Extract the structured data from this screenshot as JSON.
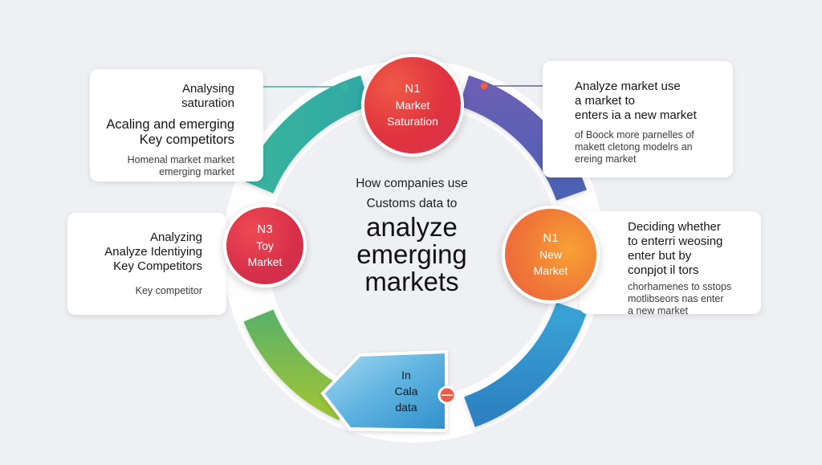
{
  "center": {
    "line1": "How companies use",
    "line2": "Customs data to",
    "line3": "analyze",
    "line4": "emerging",
    "line5": "markets"
  },
  "nodes": {
    "top": {
      "num": "N1",
      "line1": "Market",
      "line2": "Saturation"
    },
    "left": {
      "num": "N3",
      "line1": "Toy",
      "line2": "Market"
    },
    "right": {
      "num": "N1",
      "line1": "New",
      "line2": "Market"
    },
    "bottom": {
      "line1": "In",
      "line2": "Cala",
      "line3": "data"
    }
  },
  "cards": {
    "top_left": {
      "title1": "Analysing",
      "title2": "saturation",
      "sub1": "Acaling and emerging",
      "sub2": "Key competitors",
      "note1": "Homenal market market",
      "note2": "emerging market"
    },
    "top_right": {
      "title1": "Analyze market use",
      "title2": "a market to",
      "title3": "enters ia a new market",
      "note1": "of Boock more parnelles of",
      "note2": "makett cletong modelrs an",
      "note3": "ereing market"
    },
    "mid_left": {
      "title1": "Analyzing",
      "title2": "Analyze Identiying",
      "title3": "Key Competitors",
      "note1": "Key competitor"
    },
    "mid_right": {
      "title1": "Deciding whether",
      "title2": "to enterri weosing",
      "title3": "enter but by",
      "title4": "conpjot il tors",
      "note1": "chorhamenes to sstops",
      "note2": "motlibseors nas enter",
      "note3": "a new market"
    }
  },
  "colors": {
    "background": "#eef0f3",
    "arc_teal": "#3fb39b",
    "arc_indigo": "#5b5fb2",
    "arc_green": "#86b84a",
    "arc_blue": "#3393c8",
    "node_red": "#e23a45",
    "node_orange": "#f08a37",
    "connector_dot": "#ef5b43"
  }
}
